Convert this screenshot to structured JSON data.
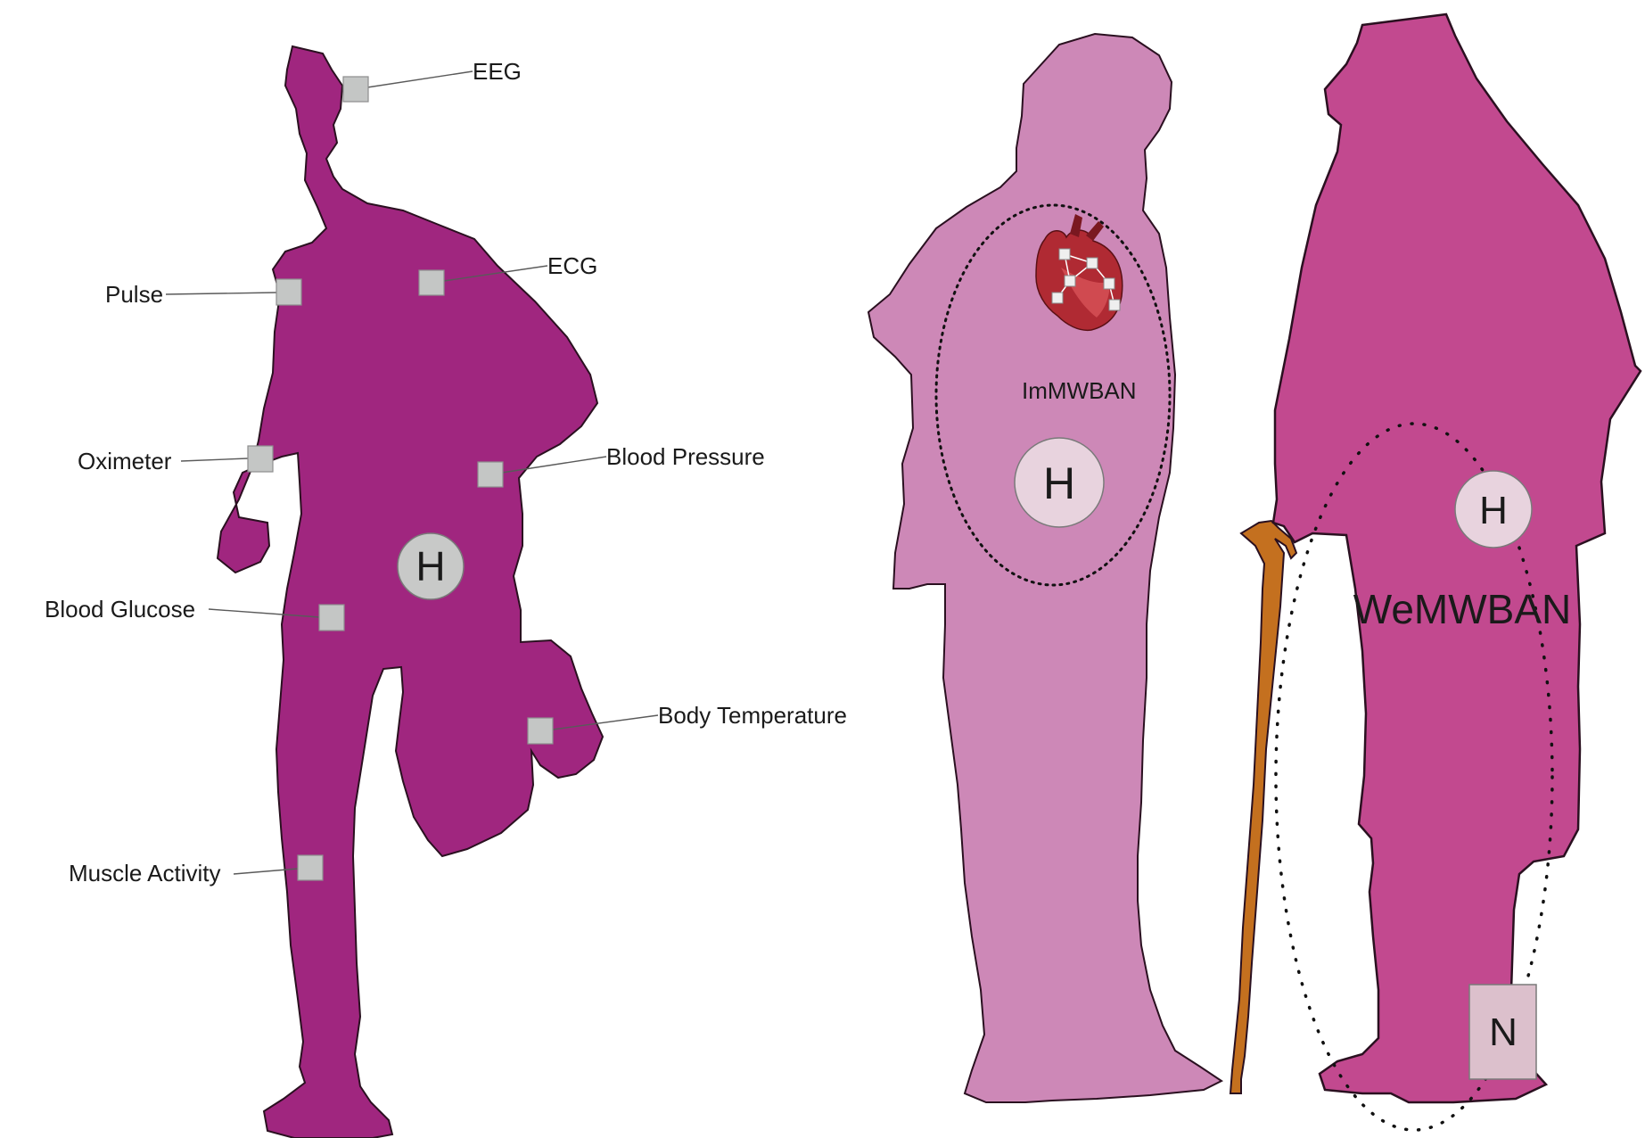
{
  "colors": {
    "runner_fill": "#a0267f",
    "man_fill": "#cd88b7",
    "woman_fill": "#c2498f",
    "cane_fill": "#c4701f",
    "sensor_fill": "#c4c6c5",
    "hub_fill": "#c8c9c8",
    "hub_fill_light": "#e8d3de",
    "node_fill": "#dcc0cc",
    "heart_fill": "#b02a33"
  },
  "runner": {
    "hub_label": "H",
    "sensors": {
      "eeg": "EEG",
      "ecg": "ECG",
      "pulse": "Pulse",
      "oximeter": "Oximeter",
      "blood_pressure": "Blood Pressure",
      "blood_glucose": "Blood Glucose",
      "body_temperature": "Body Temperature",
      "muscle_activity": "Muscle Activity"
    }
  },
  "implant_network": {
    "label": "ImMWBAN",
    "hub_label": "H"
  },
  "wearable_network": {
    "label": "WeMWBAN",
    "hub_label": "H",
    "node_label": "N"
  }
}
